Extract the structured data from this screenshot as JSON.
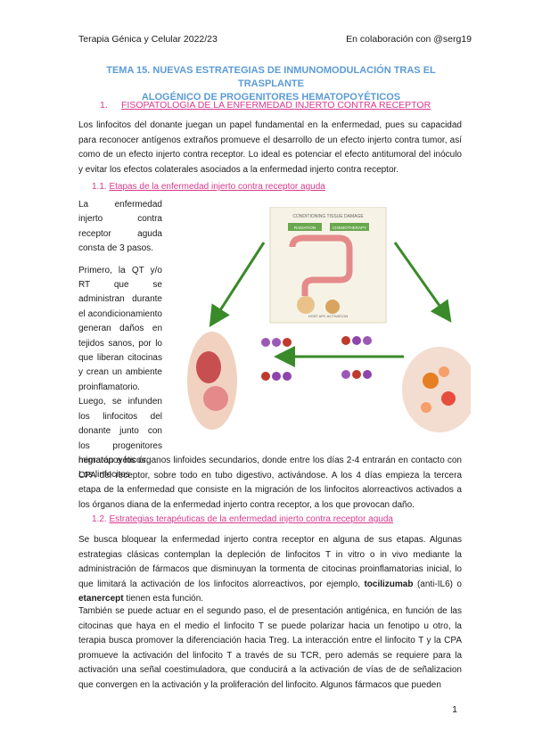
{
  "header": {
    "left": "Terapia Génica y Celular 2022/23",
    "right": "En colaboración con @serg19"
  },
  "title": {
    "line1": "TEMA 15. NUEVAS ESTRATEGIAS DE INMUNOMODULACIÓN TRAS EL TRASPLANTE",
    "line2": "ALOGÉNICO DE PROGENITORES HEMATOPOYÉTICOS"
  },
  "section1": {
    "number": "1.",
    "title": "FISOPATOLOGÍA DE LA ENFERMEDAD INJERTO CONTRA RECEPTOR",
    "paragraph": "Los linfocitos del donante juegan un papel fundamental en la enfermedad, pues su capacidad para reconocer antígenos extraños promueve el desarrollo de un efecto injerto contra tumor, así como de un efecto injerto contra receptor. Lo ideal es potenciar el efecto antitumoral del inóculo y evitar los efectos colaterales asociados a la enfermedad injerto contra receptor."
  },
  "sub11": {
    "number": "1.1.",
    "title": "Etapas de la enfermedad injerto contra receptor aguda",
    "narrow_p1": "La enfermedad injerto contra receptor aguda consta de 3 pasos.",
    "narrow_p2": "Primero, la QT y/o RT que se administran durante el acondicionamiento generan daños en tejidos sanos, por lo que liberan citocinas y crean un ambiente proinflamatorio. Luego, se infunden los linfocitos del donante junto con los progenitores hematopoyéticos. Los linfocitos",
    "continuation": "migrarán a los órganos linfoides secundarios, donde entre los días 2-4 entrarán en contacto con CPA del receptor, sobre todo en tubo digestivo, activándose. A los 4 días empieza la tercera etapa de la enfermedad que consiste en la migración de los linfocitos alorreactivos activados a los órganos diana de la enfermedad injerto contra receptor, a los que provocan daño."
  },
  "figure": {
    "top_label": "CONDITIONING TISSUE DAMAGE",
    "box1": "RADIATION",
    "box2": "CHEMOTHERAPY",
    "mid_label": "HOST APC ACTIVATION"
  },
  "sub12": {
    "number": "1.2.",
    "title": "Estrategias terapéuticas de la enfermedad injerto contra receptor aguda",
    "p1_before": "Se busca bloquear la enfermedad injerto contra receptor en alguna de sus etapas. Algunas estrategias clásicas contemplan la depleción de linfocitos T in vitro o in vivo mediante la administración de fármacos que disminuyan la tormenta de citocinas proinflamatorias inicial, lo que limitará la activación de los linfocitos alorreactivos, por ejemplo, ",
    "drug1": "tocilizumab",
    "p1_mid": " (anti-IL6) o ",
    "drug2": "etanercept",
    "p1_after": " tienen esta función.",
    "p2": "También se puede actuar en el segundo paso, el de presentación antigénica, en función de las citocinas que haya en el medio el linfocito T se puede polarizar hacia un fenotipo u otro, la terapia busca promover la diferenciación hacia Treg. La interacción entre el linfocito T y la CPA promueve la activación del linfocito T a través de su TCR, pero además se requiere para la activación una señal coestimuladora, que conducirá a la activación de vías de de señalizacion que convergen en la activación y la proliferación del linfocito. Algunos fármacos que pueden"
  },
  "page_number": "1"
}
